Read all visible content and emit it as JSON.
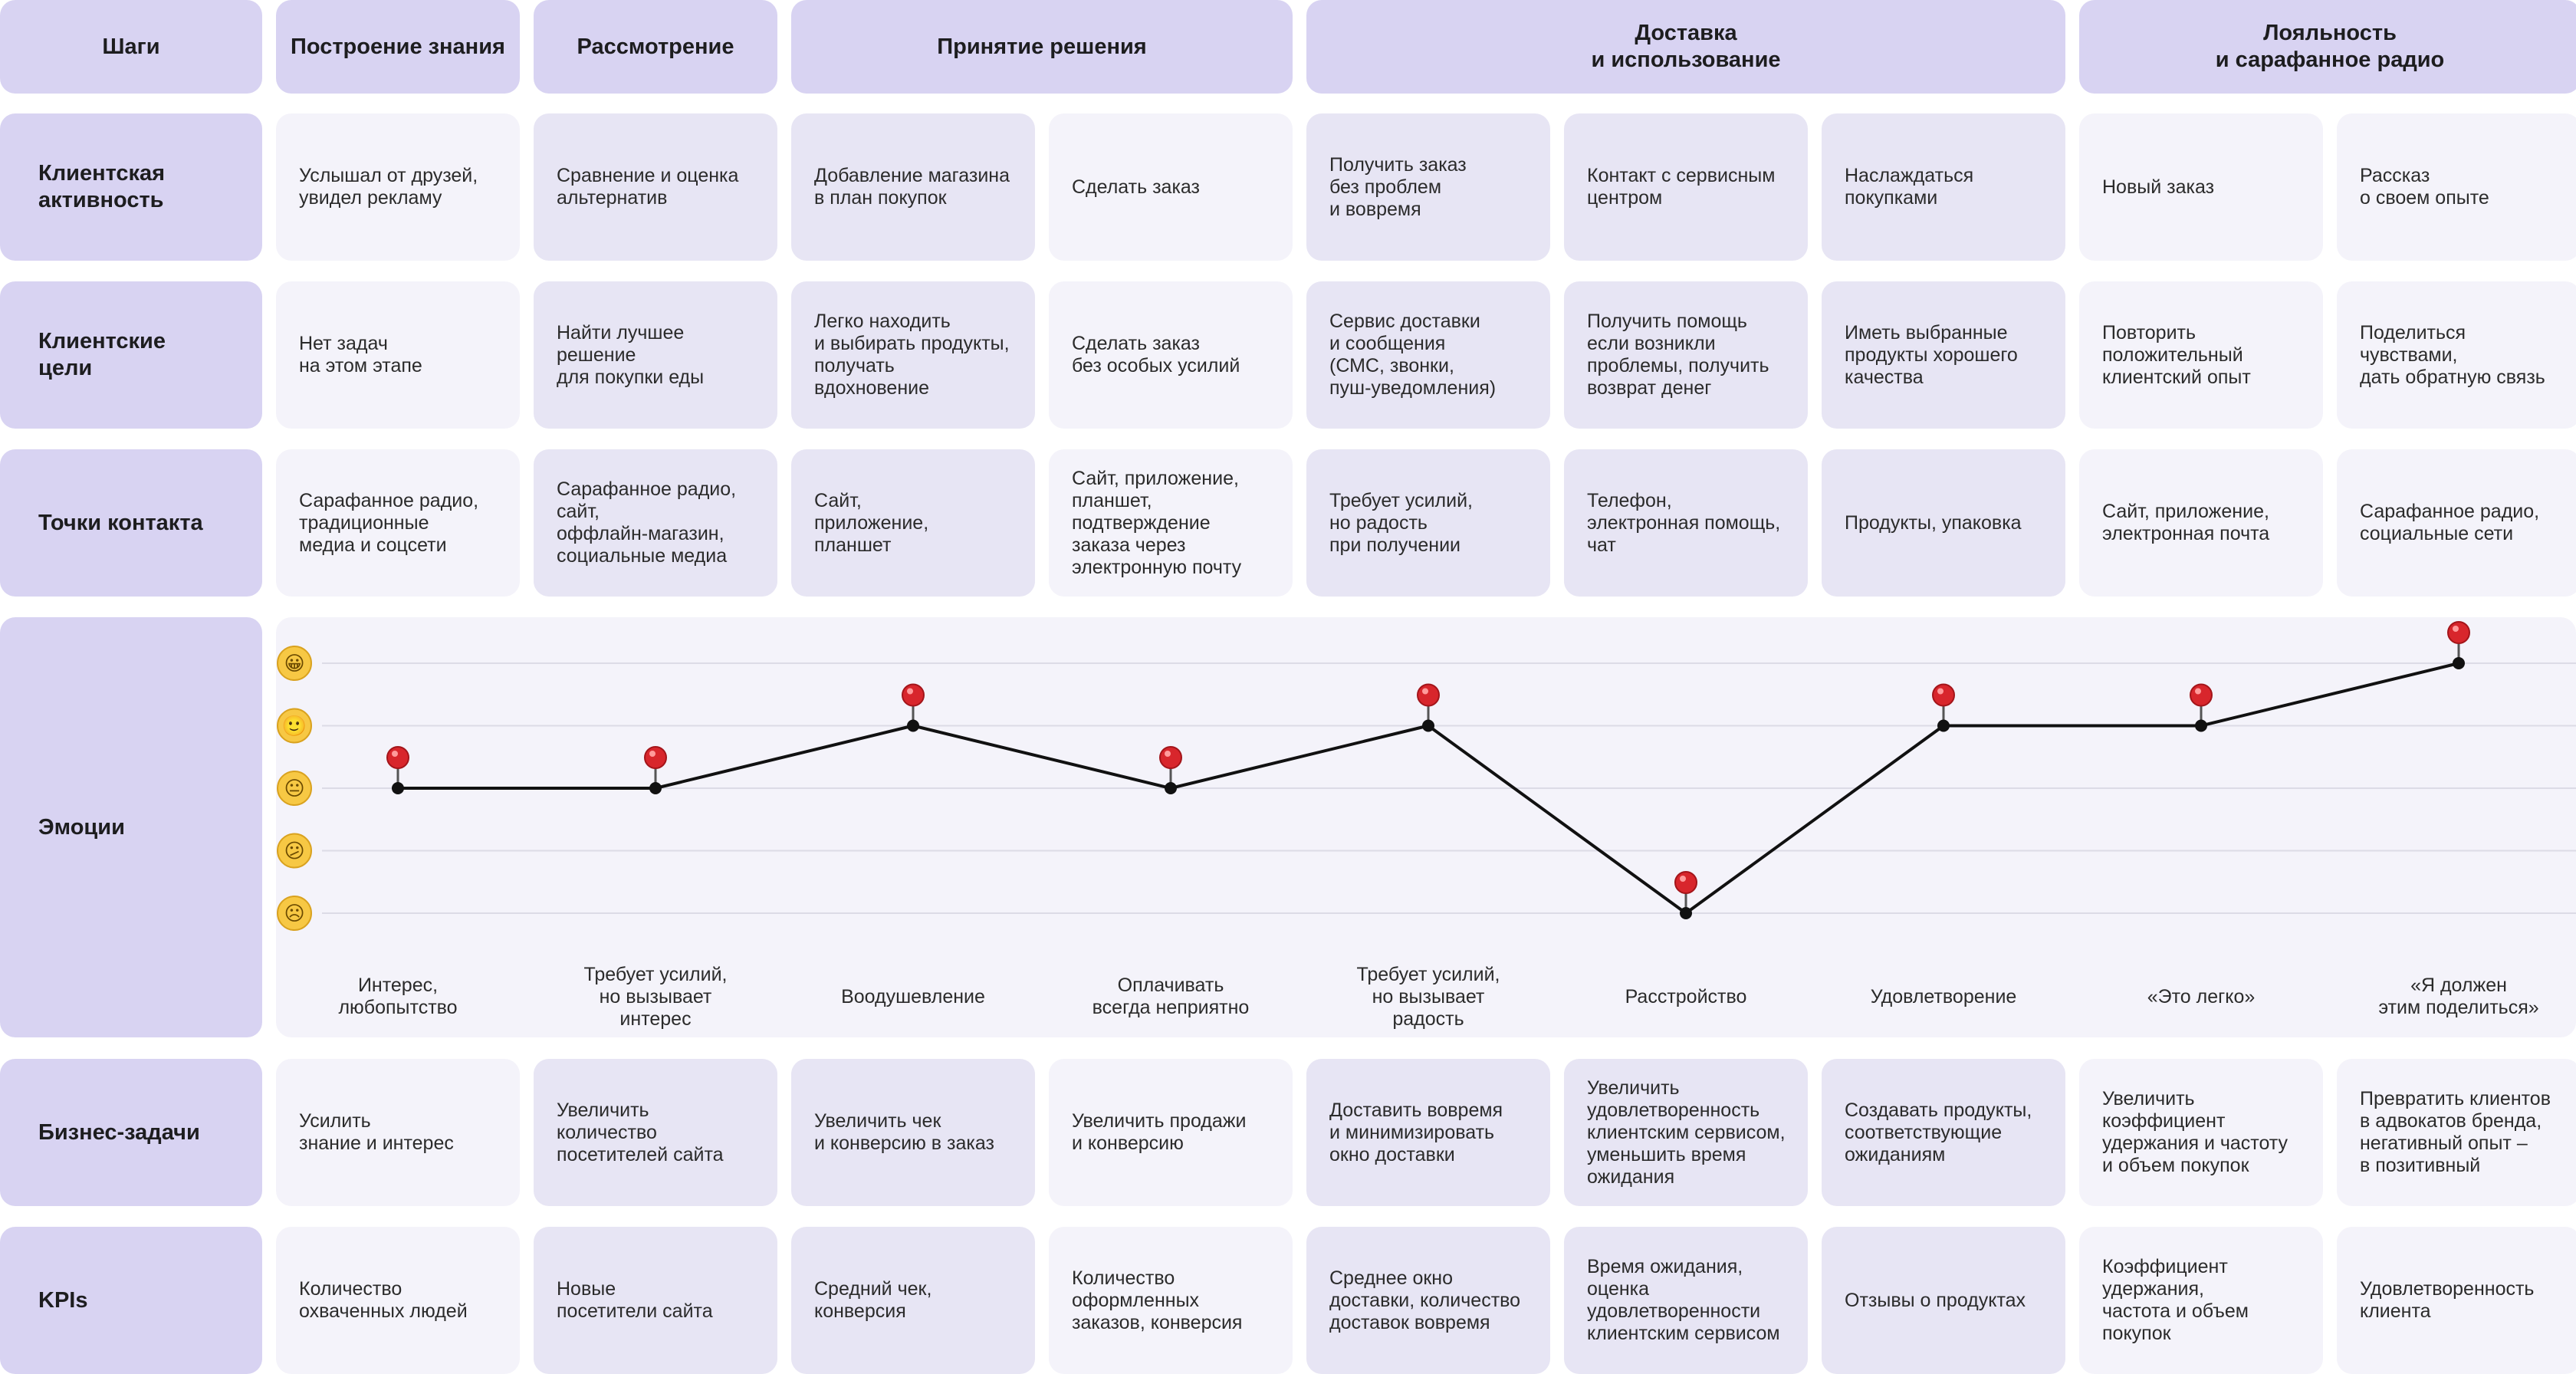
{
  "headers": {
    "steps": "Шаги",
    "stages": [
      "Построение знания",
      "Рассмотрение",
      "Принятие решения",
      "Доставка\nи использование",
      "Лояльность\nи сарафанное радио"
    ]
  },
  "rows": {
    "activity": {
      "label": "Клиентская\nактивность",
      "cells": [
        "Услышал от друзей,\nувидел рекламу",
        "Сравнение и оценка\nальтернатив",
        "Добавление магазина\nв план покупок",
        "Сделать заказ",
        "Получить заказ\nбез проблем\nи вовремя",
        "Контакт с сервисным\nцентром",
        "Наслаждаться\nпокупками",
        "Новый заказ",
        "Рассказ\nо своем опыте"
      ]
    },
    "goals": {
      "label": "Клиентские\nцели",
      "cells": [
        "Нет задач\nна этом этапе",
        "Найти лучшее\nрешение\nдля покупки еды",
        "Легко находить\nи выбирать продукты,\nполучать\nвдохновение",
        "Сделать заказ\nбез особых усилий",
        "Сервис доставки\nи сообщения\n(СМС, звонки,\nпуш-уведомления)",
        "Получить помощь\nесли возникли\nпроблемы, получить\nвозврат денег",
        "Иметь выбранные\nпродукты хорошего\nкачества",
        "Повторить\nположительный\nклиентский опыт",
        "Поделиться\nчувствами,\nдать обратную связь"
      ]
    },
    "touchpoints": {
      "label": "Точки контакта",
      "cells": [
        "Сарафанное радио,\nтрадиционные\nмедиа и соцсети",
        "Сарафанное радио,\nсайт,\nоффлайн-магазин,\nсоциальные медиа",
        "Сайт,\nприложение,\nпланшет",
        "Сайт, приложение,\nпланшет,\nподтверждение\nзаказа через\nэлектронную почту",
        "Требует усилий,\nно радость\nпри получении",
        "Телефон,\nэлектронная помощь,\nчат",
        "Продукты, упаковка",
        "Сайт, приложение,\nэлектронная почта",
        "Сарафанное радио,\nсоциальные сети"
      ]
    },
    "emotions": {
      "label": "Эмоции",
      "scale_icons": [
        "grinning-face-icon",
        "slightly-smiling-face-icon",
        "neutral-face-icon",
        "confused-face-icon",
        "frowning-face-icon"
      ],
      "scale_glyphs": [
        "😀",
        "🙂",
        "😐",
        "😕",
        "☹"
      ],
      "levels": [
        3,
        3,
        4,
        3,
        4,
        1,
        4,
        4,
        5
      ],
      "cells": [
        "Интерес,\nлюбопытство",
        "Требует усилий,\nно вызывает\nинтерес",
        "Воодушевление",
        "Оплачивать\nвсегда неприятно",
        "Требует усилий,\nно вызывает\nрадость",
        "Расстройство",
        "Удовлетворение",
        "«Это легко»",
        "«Я должен\nэтим поделиться»"
      ]
    },
    "business": {
      "label": "Бизнес-задачи",
      "cells": [
        "Усилить\nзнание и интерес",
        "Увеличить\nколичество\nпосетителей сайта",
        "Увеличить чек\nи конверсию в заказ",
        "Увеличить продажи\nи конверсию",
        "Доставить вовремя\nи минимизировать\nокно доставки",
        "Увеличить\nудовлетворенность\nклиентским сервисом,\nуменьшить время\nожидания",
        "Создавать продукты,\nсоответствующие\nожиданиям",
        "Увеличить\nкоэффициент\nудержания и частоту\nи объем покупок",
        "Превратить клиентов\nв адвокатов  бренда,\nнегативный опыт –\nв позитивный"
      ]
    },
    "kpis": {
      "label": "KPIs",
      "cells": [
        "Количество\nохваченных людей",
        "Новые\nпосетители сайта",
        "Средний чек,\nконверсия",
        "Количество\nоформленных\nзаказов, конверсия",
        "Среднее окно\nдоставки, количество\nдоставок вовремя",
        "Время ожидания,\nоценка\nудовлетворенности\nклиентским сервисом",
        "Отзывы о продуктах",
        "Коэффициент\nудержания,\nчастота и объем\nпокупок",
        "Удовлетворенность\nклиента"
      ]
    }
  },
  "colors": {
    "header_bg": "#d8d3f2",
    "cell_light": "#f4f3fa",
    "cell_dark": "#e7e5f4",
    "line": "#111111",
    "pin": "#d8262c"
  }
}
